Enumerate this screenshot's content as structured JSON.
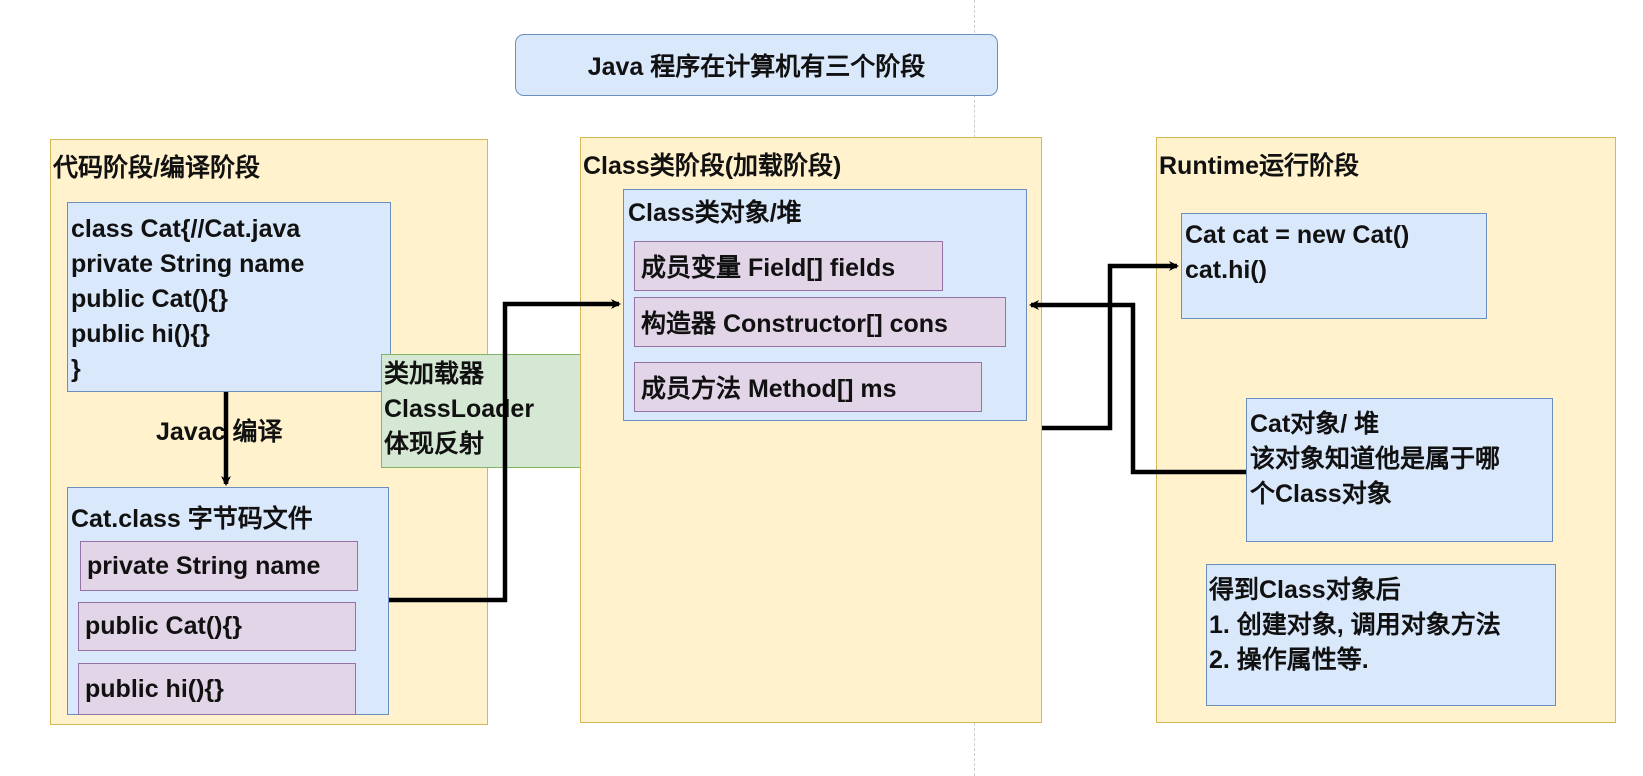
{
  "title": "Java 程序在计算机有三个阶段",
  "code_stage": {
    "title": "代码阶段/编译阶段",
    "source_lines": [
      "class Cat{//Cat.java",
      "private String name",
      "public Cat(){}",
      "public hi(){}",
      "}"
    ],
    "compile_label": "Javac 编译",
    "bytecode_title": "Cat.class 字节码文件",
    "bytecode_members": [
      "private String name",
      "public Cat(){}",
      "public hi(){}"
    ]
  },
  "classloader": {
    "lines": [
      "类加载器",
      "ClassLoader",
      "体现反射"
    ]
  },
  "class_stage": {
    "title": "Class类阶段(加载阶段)",
    "object_title": "Class类对象/堆",
    "members": [
      "成员变量 Field[] fields",
      "构造器 Constructor[] cons",
      "成员方法 Method[] ms"
    ]
  },
  "runtime_stage": {
    "title": "Runtime运行阶段",
    "code_lines": [
      "Cat cat = new Cat()",
      "cat.hi()"
    ],
    "object_lines": [
      "Cat对象/ 堆",
      "该对象知道他是属于哪",
      "个Class对象"
    ],
    "usage_lines": [
      "得到Class对象后",
      "1. 创建对象, 调用对象方法",
      "2. 操作属性等."
    ]
  },
  "colors": {
    "stage_fill": "#fff2cc",
    "stage_border": "#d6b656",
    "blue_fill": "#dae8fc",
    "blue_border": "#6c8ebf",
    "pink_fill": "#e1d5e7",
    "pink_border": "#9673a6",
    "green_fill": "#d5e8d4",
    "green_border": "#82b366",
    "arrow": "#000000"
  }
}
